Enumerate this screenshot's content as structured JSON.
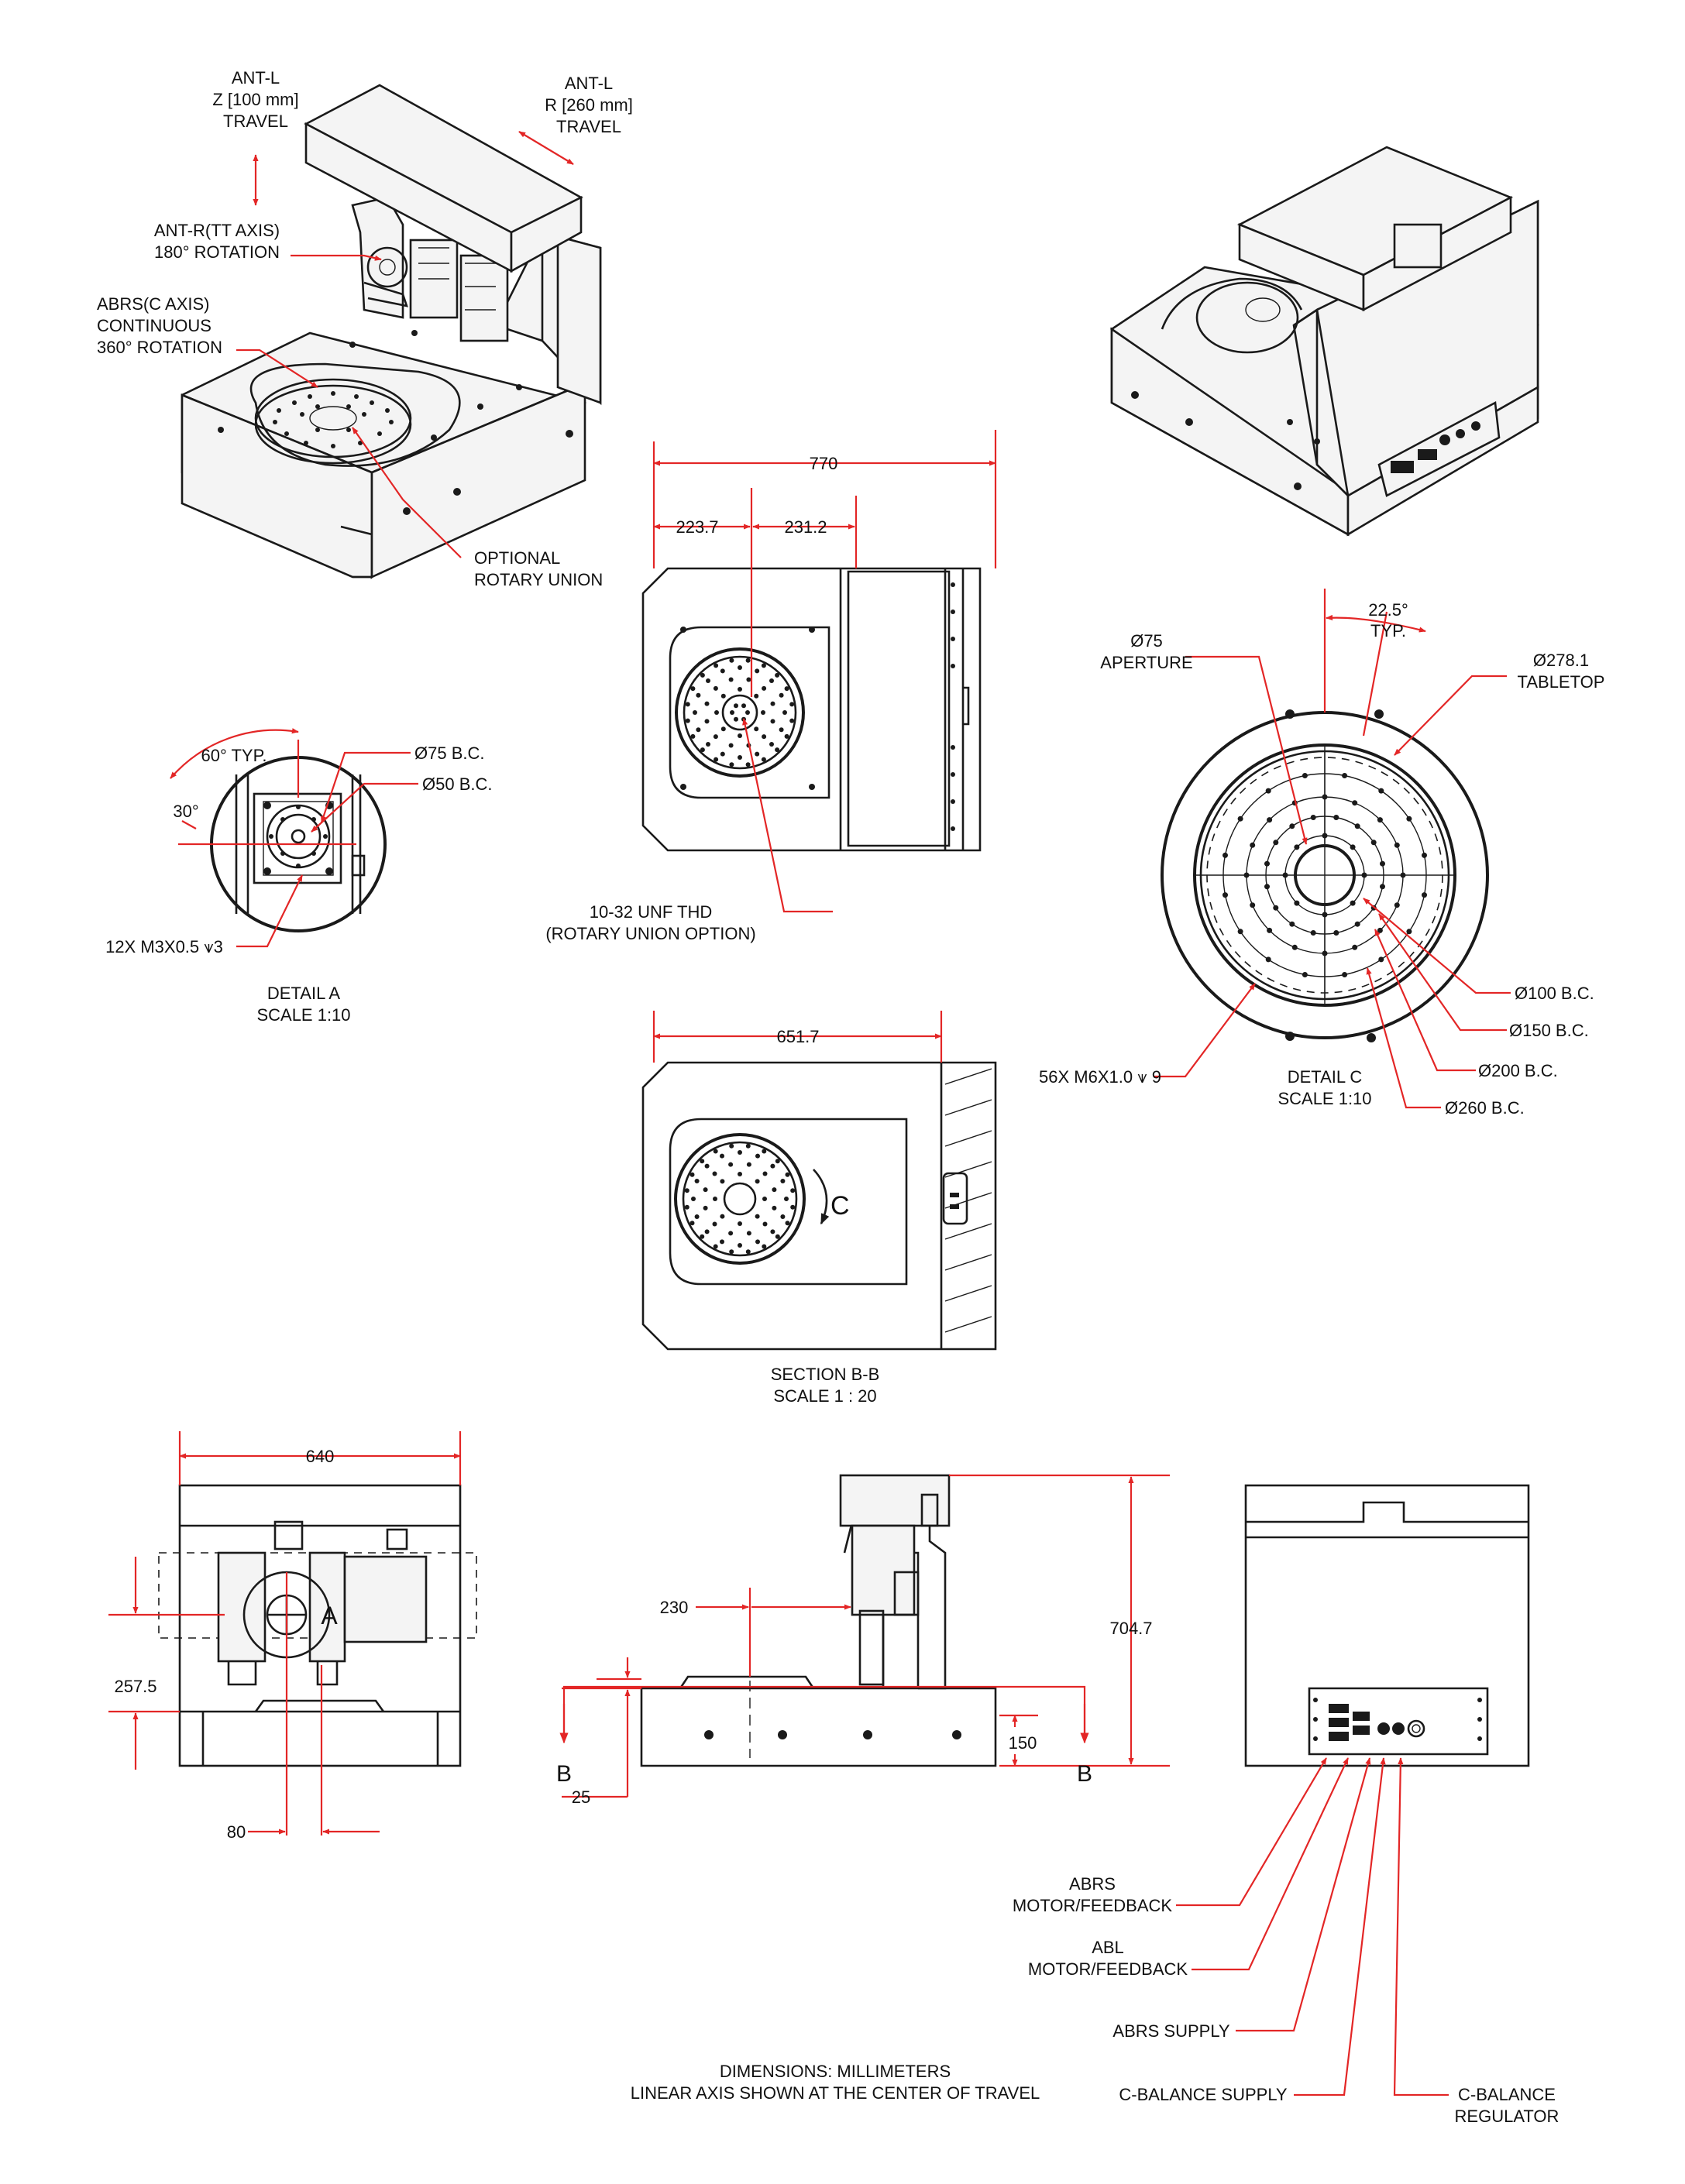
{
  "labels": {
    "antl_z": [
      "ANT-L",
      "Z [100 mm]",
      "TRAVEL"
    ],
    "antl_r": [
      "ANT-L",
      "R [260 mm]",
      "TRAVEL"
    ],
    "antr_tt": [
      "ANT-R(TT AXIS)",
      "180° ROTATION"
    ],
    "abrs_c": [
      "ABRS(C AXIS)",
      "CONTINUOUS",
      "360° ROTATION"
    ],
    "optional_union": [
      "OPTIONAL",
      "ROTARY UNION"
    ],
    "thd_union": [
      "10-32 UNF  THD",
      "(ROTARY UNION OPTION)"
    ],
    "detail_a": [
      "DETAIL A",
      "SCALE 1:10"
    ],
    "detail_c": [
      "DETAIL C",
      "SCALE 1:10"
    ],
    "section_bb": [
      "SECTION B-B",
      "SCALE 1 : 20"
    ],
    "notes": [
      "DIMENSIONS:  MILLIMETERS",
      "LINEAR AXIS SHOWN AT THE CENTER OF TRAVEL"
    ],
    "abrs_motor": [
      "ABRS",
      "MOTOR/FEEDBACK"
    ],
    "abl_motor": [
      "ABL",
      "MOTOR/FEEDBACK"
    ],
    "abrs_supply": "ABRS SUPPLY",
    "cbal_supply": "C-BALANCE SUPPLY",
    "cbal_reg": [
      "C-BALANCE",
      "REGULATOR"
    ],
    "aperture": [
      "Ø75",
      "APERTURE"
    ],
    "tabletop": [
      "Ø278.1",
      "TABLETOP"
    ],
    "angle_c": [
      "22.5°",
      "TYP."
    ],
    "angle_60": "60° TYP.",
    "angle_30": "30°",
    "bc75": "Ø75 B.C.",
    "bc50": "Ø50 B.C.",
    "m3": "12X M3X0.5 ⩛3",
    "m6": "56X M6X1.0 ⩛ 9",
    "bc100": "Ø100 B.C.",
    "bc150": "Ø150 B.C.",
    "bc200": "Ø200 B.C.",
    "bc260": "Ø260 B.C.",
    "letter_a": "A",
    "letter_b": "B",
    "letter_c": "C"
  },
  "dimensions": {
    "d770": "770",
    "d223": "223.7",
    "d231": "231.2",
    "d651": "651.7",
    "d640": "640",
    "d257": "257.5",
    "d80": "80",
    "d230": "230",
    "d704": "704.7",
    "d150": "150",
    "d25": "25"
  }
}
